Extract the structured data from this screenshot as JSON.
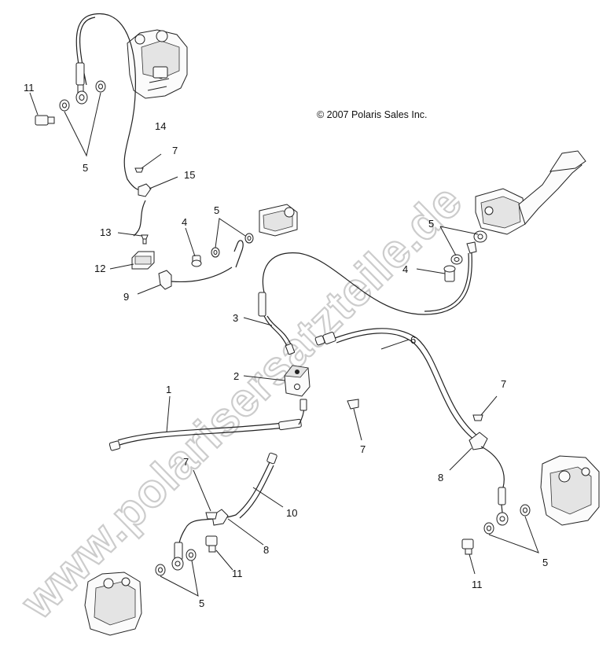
{
  "copyright": "© 2007 Polaris Sales Inc.",
  "watermark": "www.polarisersatzteile.de",
  "callouts": [
    "11",
    "5",
    "14",
    "7",
    "15",
    "13",
    "4",
    "5",
    "12",
    "9",
    "5",
    "4",
    "3",
    "6",
    "2",
    "1",
    "7",
    "7",
    "7",
    "8",
    "10",
    "8",
    "11",
    "5",
    "5",
    "11"
  ],
  "colors": {
    "line": "#222222",
    "watermark_outline": "#cccccc",
    "background": "#ffffff"
  }
}
